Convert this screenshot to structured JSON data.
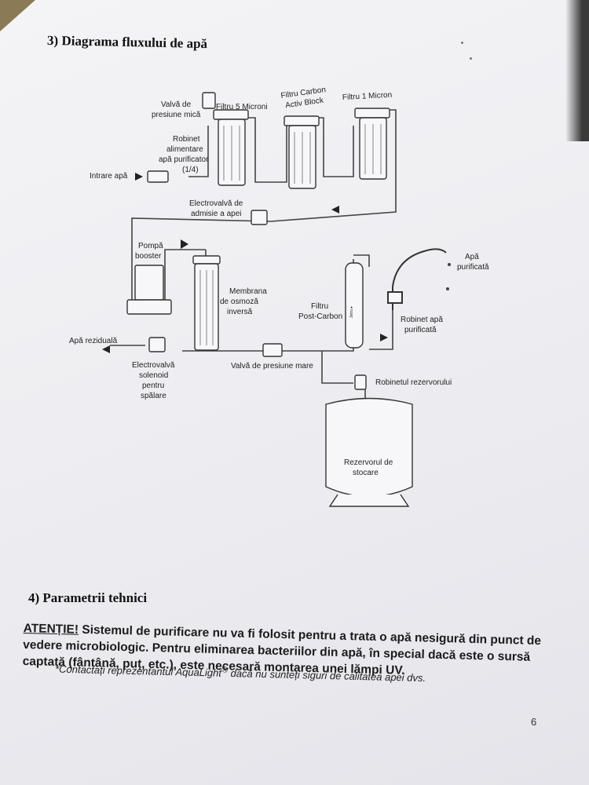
{
  "section3": {
    "title": "3) Diagrama fluxului de apă"
  },
  "diagram": {
    "labels": {
      "valva_presiune_mica": [
        "Valvă de",
        "presiune mică"
      ],
      "filtru5": "Filtru 5 Microni",
      "filtru_carbon": [
        "Filtru Carbon",
        "Activ Block"
      ],
      "filtru1": "Filtru 1 Micron",
      "robinet_alimentare": [
        "Robinet",
        "alimentare",
        "apă purificator",
        "(1/4)"
      ],
      "intrare_apa": "Intrare apă",
      "electrovalva_admisie": [
        "Electrovalvă de",
        "admisie a apei"
      ],
      "pompa": [
        "Pompă",
        "booster"
      ],
      "membrana": [
        "Membrana",
        "de osmoză",
        "inversă"
      ],
      "filtru_post": [
        "Filtru",
        "Post-Carbon"
      ],
      "apa_purificata": [
        "Apă",
        "purificată"
      ],
      "robinet_apa": [
        "Robinet apă",
        "purificată"
      ],
      "apa_reziduala": "Apă reziduală",
      "electrovalva_spalare": [
        "Electrovalvă",
        "solenoid",
        "pentru",
        "spălare"
      ],
      "valva_presiune_mare": "Valvă de presiune mare",
      "robinet_rezervor": "Robinetul rezervorului",
      "rezervor": [
        "Rezervorul de",
        "stocare"
      ],
      "post_filter_mark": "Jetru ▸"
    }
  },
  "section4": {
    "title": "4) Parametrii tehnici"
  },
  "warning": {
    "lead": "ATENȚIE!",
    "text": " Sistemul de purificare nu va fi folosit pentru a trata o apă nesigură din punct de vedere microbiologic. Pentru eliminarea bacteriilor din apă, în special dacă este o sursă captată (fântână, puț, etc.), este necesară montarea unei lămpi UV.",
    "note_prefix": "*Contactați reprezentantul AquaLight",
    "note_reg": "®",
    "note_suffix": " dacă nu sunteți siguri de calitatea apei dvs."
  },
  "page_number": "6"
}
